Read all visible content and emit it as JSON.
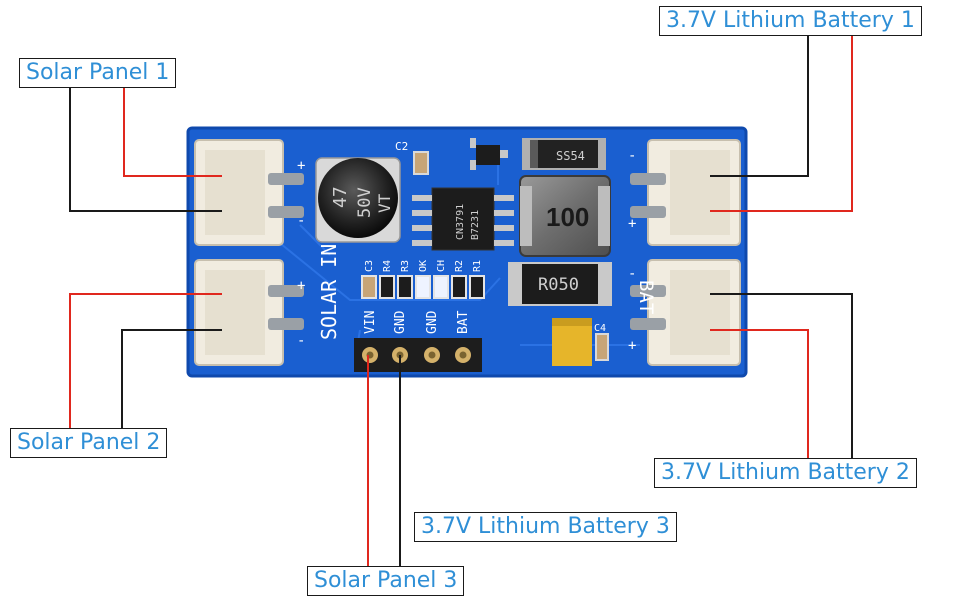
{
  "labels": {
    "solar_panel_1": "Solar Panel 1",
    "solar_panel_2": "Solar Panel 2",
    "solar_panel_3": "Solar Panel 3",
    "battery_1": "3.7V Lithium Battery 1",
    "battery_2": "3.7V Lithium Battery 2",
    "battery_3": "3.7V Lithium Battery 3"
  },
  "silkscreen": {
    "solar_in": "SOLAR IN",
    "bat": "BAT",
    "plus": "+",
    "minus": "-",
    "pin_vin": "VIN",
    "pin_gnd_1": "GND",
    "pin_gnd_2": "GND",
    "pin_bat": "BAT",
    "ref_c2": "C2",
    "ref_c3": "C3",
    "ref_c4": "C4",
    "ref_r4": "R4",
    "ref_r3": "R3",
    "ref_ok": "OK",
    "ref_ch": "CH",
    "ref_r2": "R2",
    "ref_r1": "R1"
  },
  "components": {
    "capacitor_text_1": "47",
    "capacitor_text_2": "50V",
    "capacitor_text_3": "VT",
    "inductor_marking": "100",
    "resistor_marking": "R050",
    "diode_marking": "SS54",
    "ic_marking_1": "CN3791",
    "ic_marking_2": "B7231"
  },
  "colors": {
    "pcb": "#1a5fd0",
    "positive_wire": "#e0281e",
    "negative_wire": "#1a1a1a",
    "label_text": "#2f8fd6"
  }
}
